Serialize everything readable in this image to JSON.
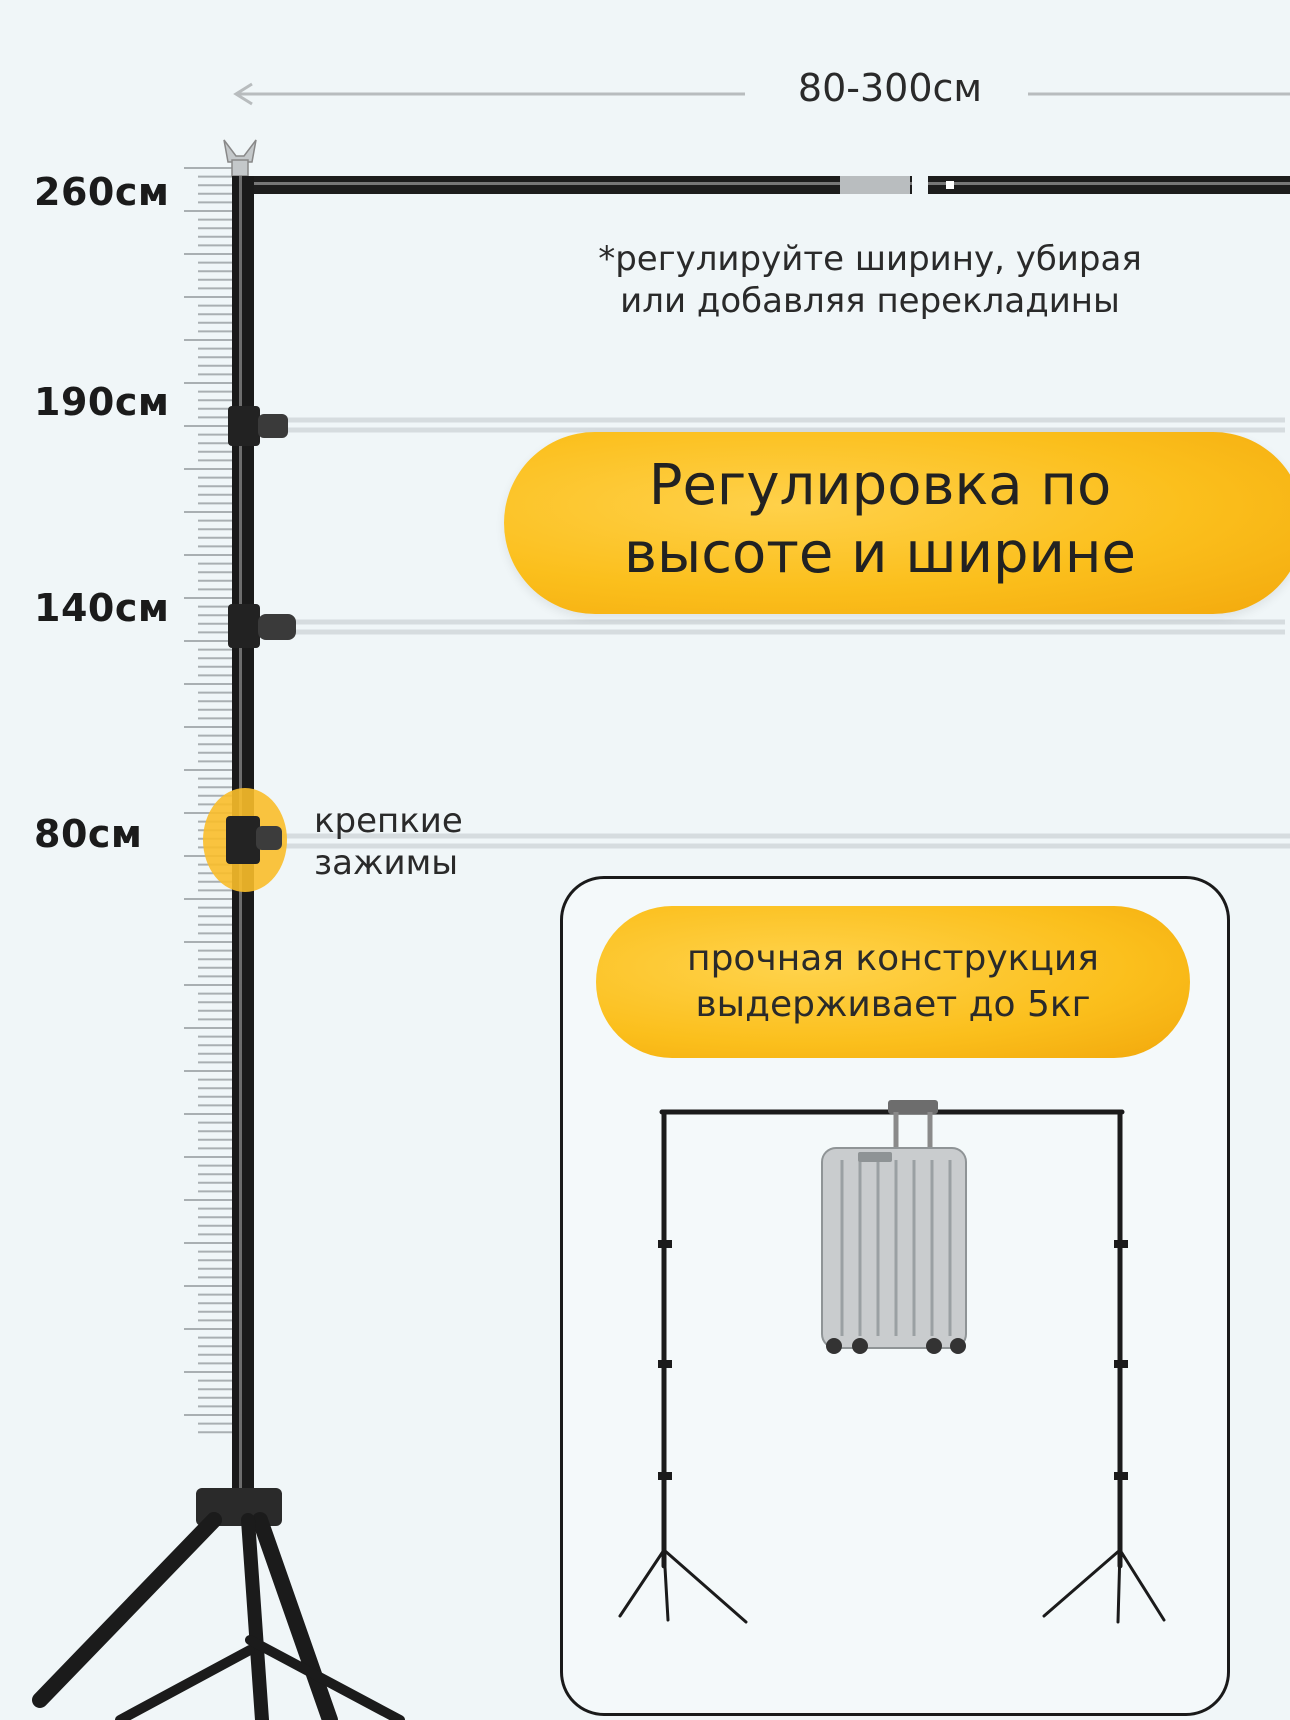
{
  "width_range": "80-300см",
  "height_marks": [
    {
      "label": "260см"
    },
    {
      "label": "190см"
    },
    {
      "label": "140см"
    },
    {
      "label": "80см"
    }
  ],
  "note": {
    "line1": "*регулируйте ширину, убирая",
    "line2": "или добавляя перекладины"
  },
  "headline": {
    "line1": "Регулировка по",
    "line2": "высоте и ширине"
  },
  "clamp": {
    "line1": "крепкие",
    "line2": "зажимы"
  },
  "strength": {
    "line1": "прочная конструкция",
    "line2": "выдерживает до 5кг"
  },
  "colors": {
    "accent": "#fbbf1c",
    "background": "#f0f6f8",
    "pole": "#1a1a1a"
  },
  "icons": [
    "suitcase-icon",
    "backdrop-stand-icon",
    "tripod-icon",
    "clamp-icon"
  ]
}
